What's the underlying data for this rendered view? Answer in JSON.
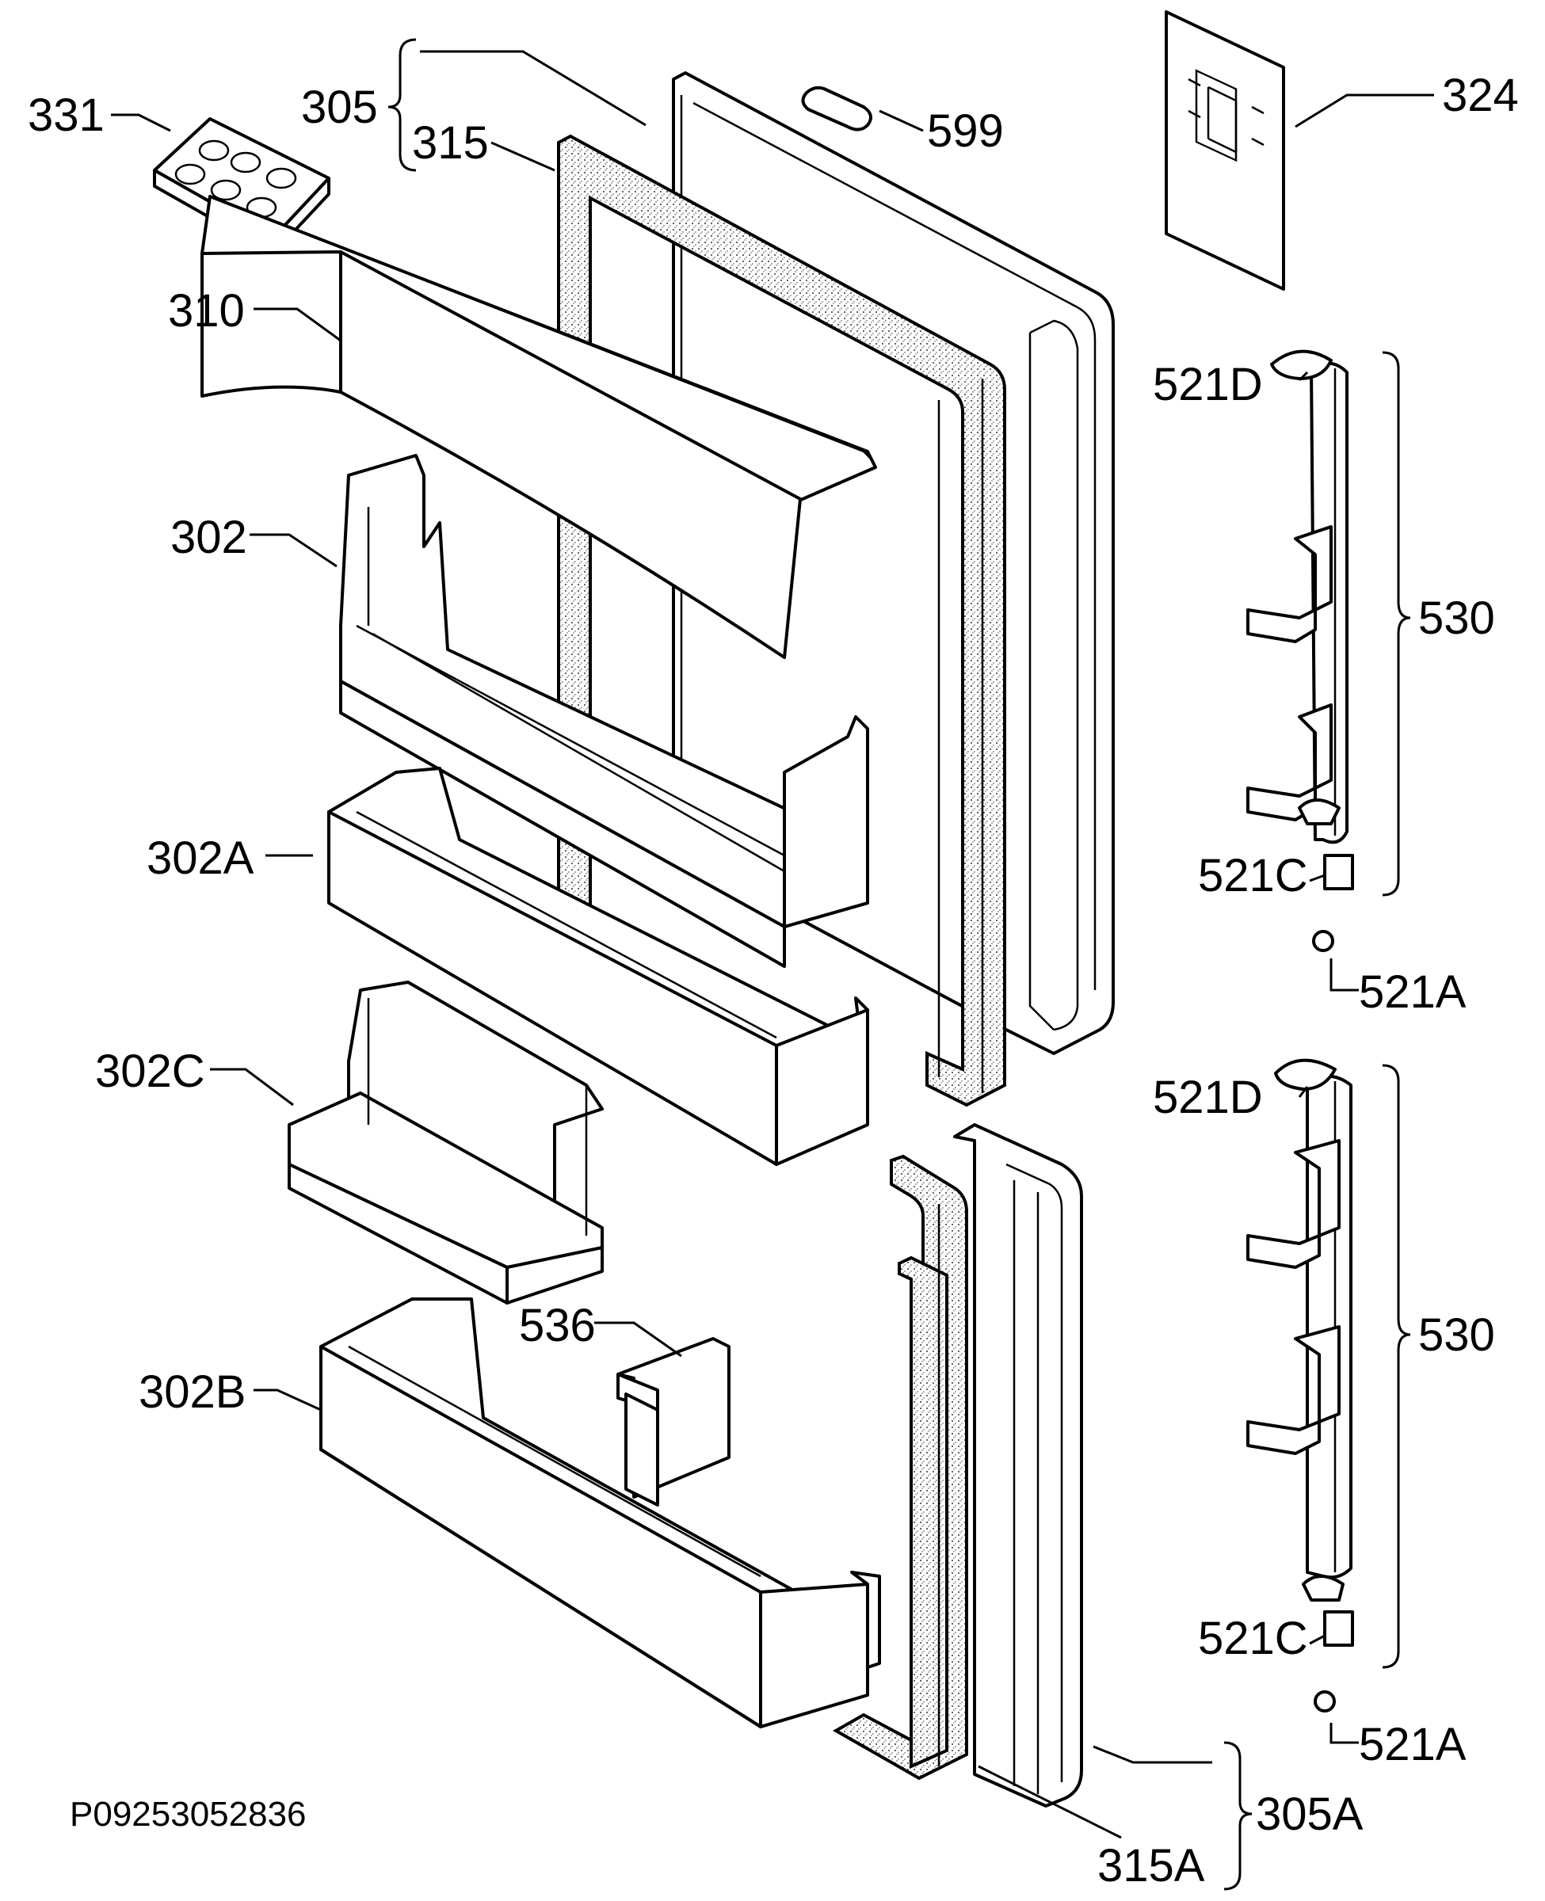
{
  "labels": {
    "l331": "331",
    "l305": "305",
    "l315": "315",
    "l599": "599",
    "l324": "324",
    "l310": "310",
    "l302": "302",
    "l521d_top": "521D",
    "l530_top": "530",
    "l302a": "302A",
    "l521c_top": "521C",
    "l521a_top": "521A",
    "l302c": "302C",
    "l521d_bot": "521D",
    "l536": "536",
    "l302b": "302B",
    "l530_bot": "530",
    "l521c_bot": "521C",
    "l521a_bot": "521A",
    "l305a": "305A",
    "l315a": "315A"
  },
  "reference": "P09253052836"
}
